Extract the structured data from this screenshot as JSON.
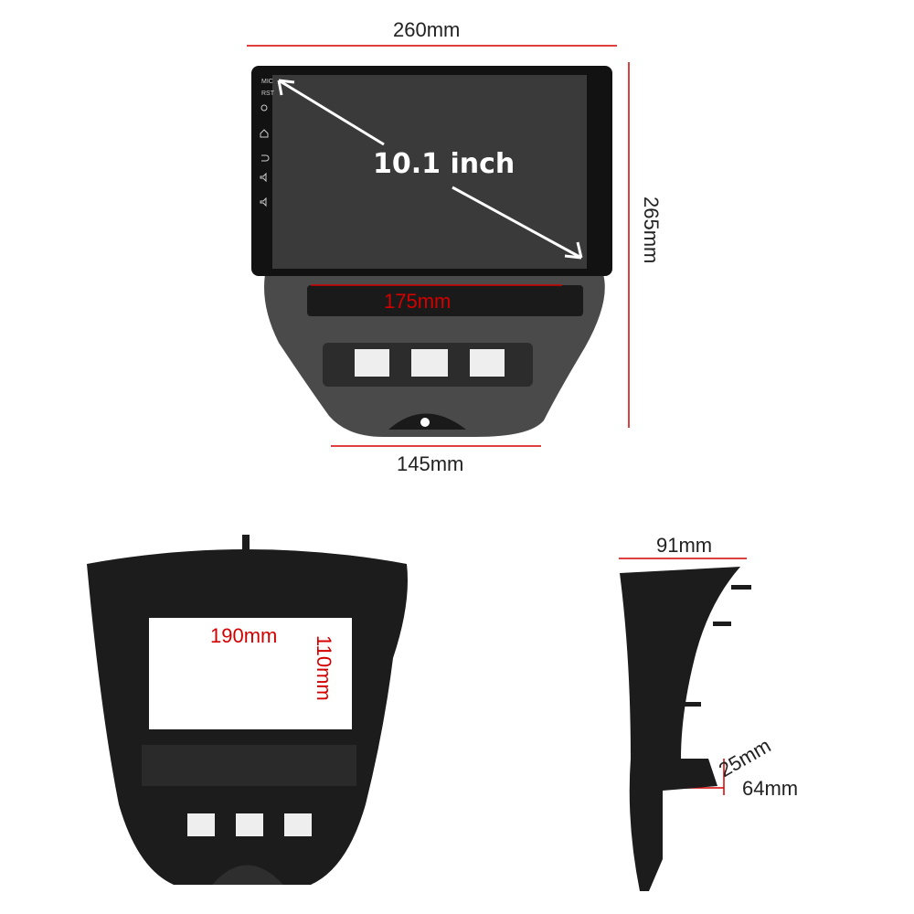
{
  "dimensions": {
    "top_width": "260mm",
    "height": "265mm",
    "screen_size": "10.1 inch",
    "slot_width": "175mm",
    "bottom_width": "145mm",
    "opening_width": "190mm",
    "opening_height": "110mm",
    "side_depth": "91mm",
    "bracket_height": "25mm",
    "bracket_depth": "64mm"
  },
  "screen_buttons": [
    "MIC",
    "RST"
  ],
  "colors": {
    "dimension_line": "#d40000",
    "frame": "#1c1c1c",
    "screen": "#3a3a3a"
  }
}
